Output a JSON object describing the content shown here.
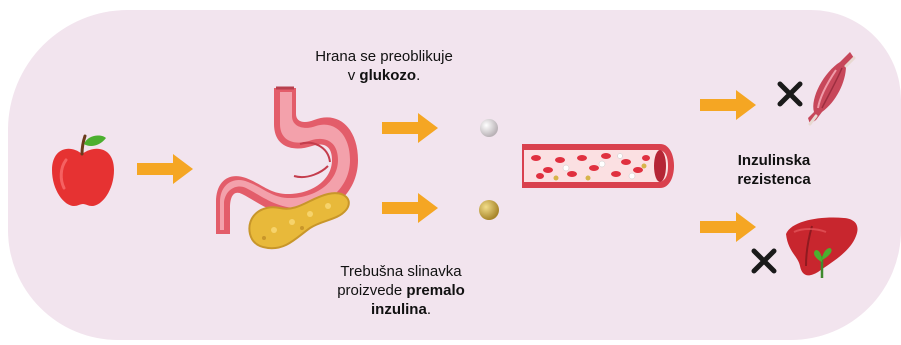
{
  "captions": {
    "food": {
      "line1": "Hrana se preoblikuje",
      "line2_pre": "v ",
      "line2_bold": "glukozo",
      "line2_post": "."
    },
    "pancreas": {
      "line1": "Trebušna slinavka",
      "line2_pre": "proizvede ",
      "line2_bold": "premalo",
      "line3_bold": "inzulina",
      "line3_post": "."
    },
    "resistance": {
      "line1": "Inzulinska",
      "line2": "rezistenca"
    }
  },
  "icons": [
    "apple-icon",
    "stomach-icon",
    "pancreas-icon",
    "glucose-icon",
    "insulin-icon",
    "blood-vessel-icon",
    "muscle-icon",
    "liver-icon",
    "cross-icon",
    "arrow-icon"
  ],
  "colors": {
    "background": "#f2e4ee",
    "arrow": "#f5a623",
    "cross": "#1a1a1a"
  }
}
